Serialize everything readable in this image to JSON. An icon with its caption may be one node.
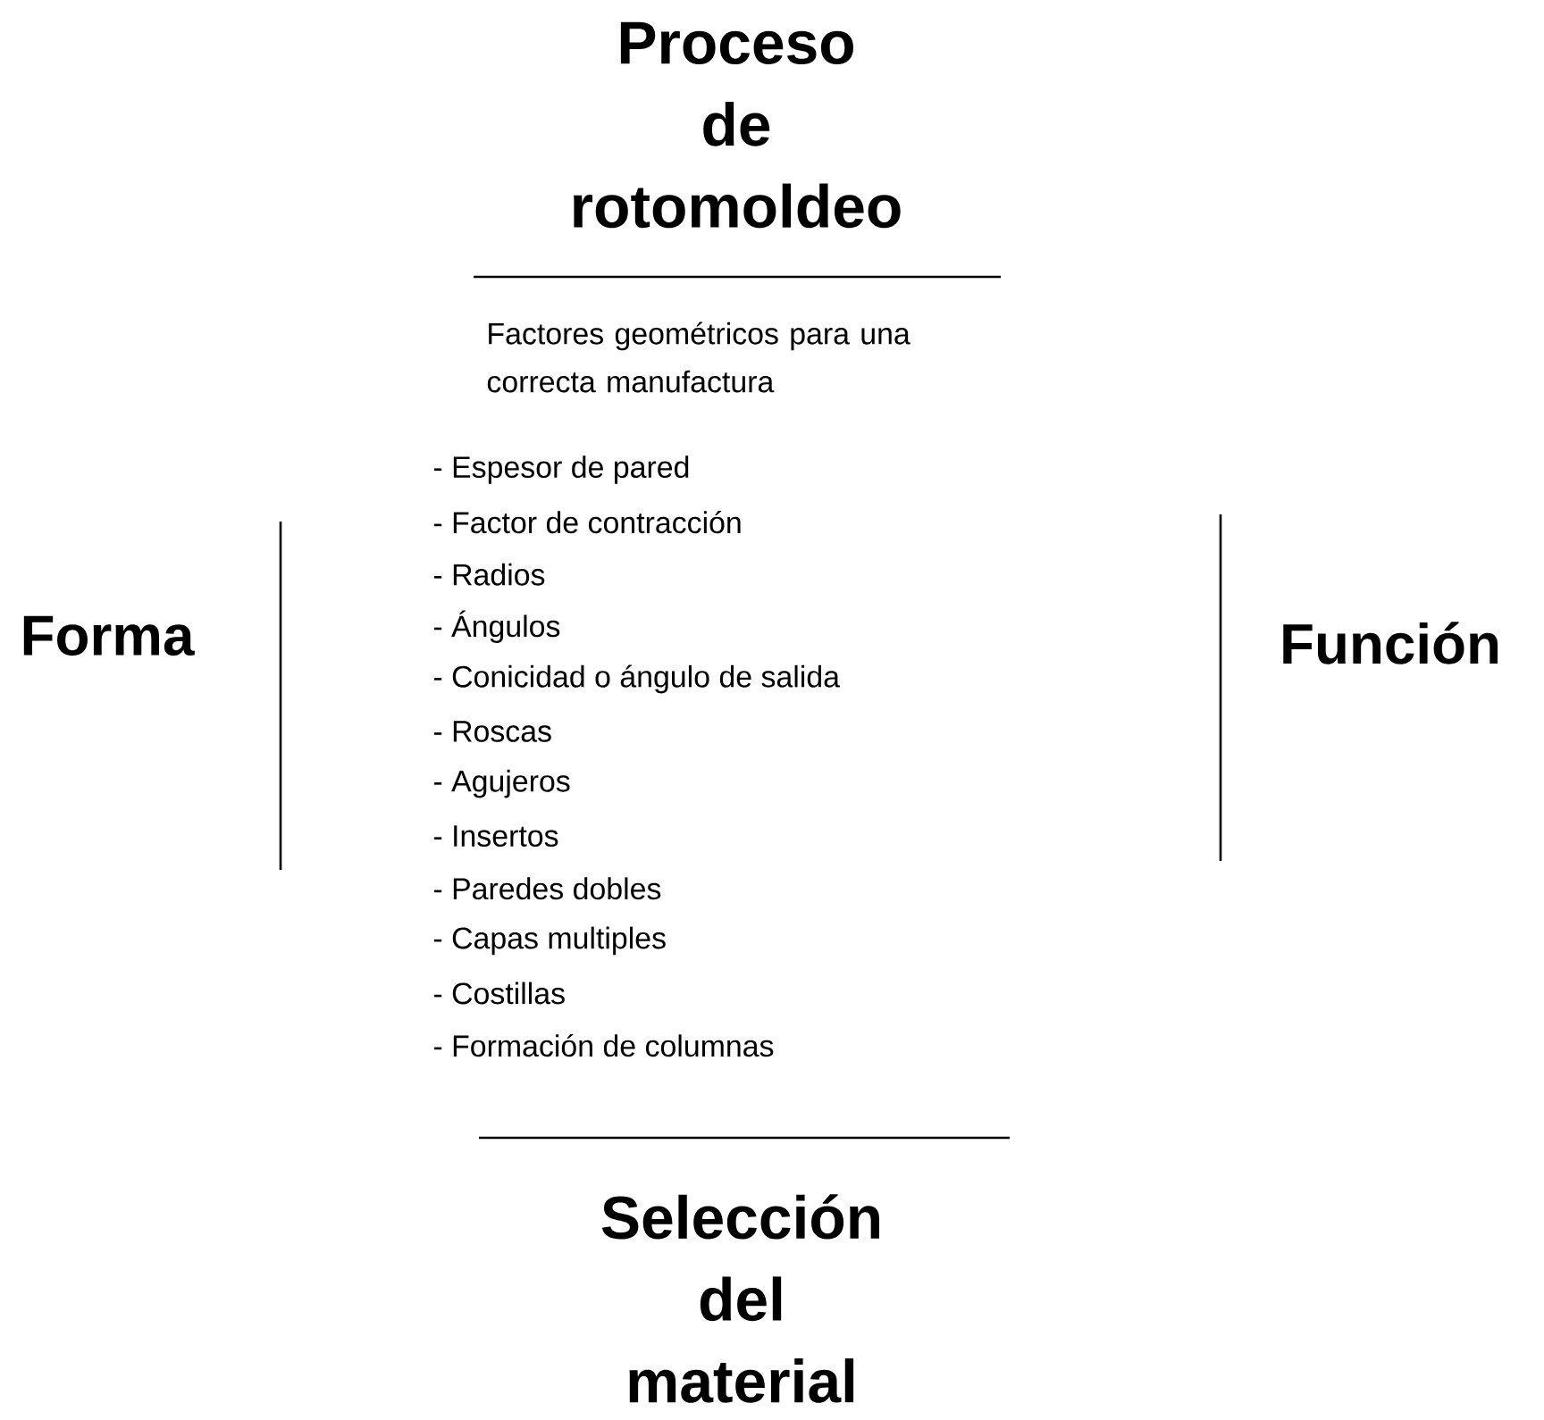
{
  "diagram": {
    "labels": [
      "Proceso de rotomoldeo",
      "Factores geométricos para una correcta manufactura",
      "Forma",
      "- Espesor de pared",
      "- Factor de contracción",
      "- Radios",
      "- Ángulos",
      "- Conicidad o ángulo de salida",
      "- Roscas",
      "- Agujeros",
      "- Insertos",
      "- Paredes dobles",
      "- Capas multiples",
      "- Costillas",
      "- Formación de columnas",
      "Función",
      "Selección del material"
    ]
  }
}
